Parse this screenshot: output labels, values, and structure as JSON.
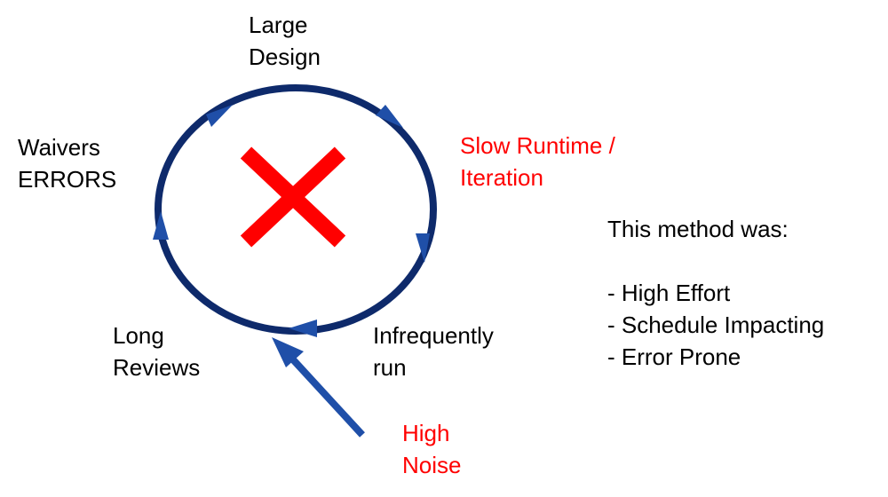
{
  "colors": {
    "cycle": "#0e2a6b",
    "arrow": "#1f4fa8",
    "cross": "#ff0000",
    "text": "#000000",
    "highlight": "#ff0000"
  },
  "cycle": {
    "cross_icon": "x-cross-icon",
    "labels": {
      "large_design": [
        "Large",
        "Design"
      ],
      "slow_runtime": [
        "Slow Runtime /",
        "Iteration"
      ],
      "infrequently_run": [
        "Infrequently",
        "run"
      ],
      "long_reviews": [
        "Long",
        "Reviews"
      ],
      "waivers_errors": [
        "Waivers",
        "ERRORS"
      ]
    }
  },
  "input": {
    "high_noise": [
      "High",
      "Noise"
    ]
  },
  "summary": {
    "heading": "This method was:",
    "items": [
      "- High Effort",
      "- Schedule Impacting",
      "- Error Prone"
    ]
  }
}
